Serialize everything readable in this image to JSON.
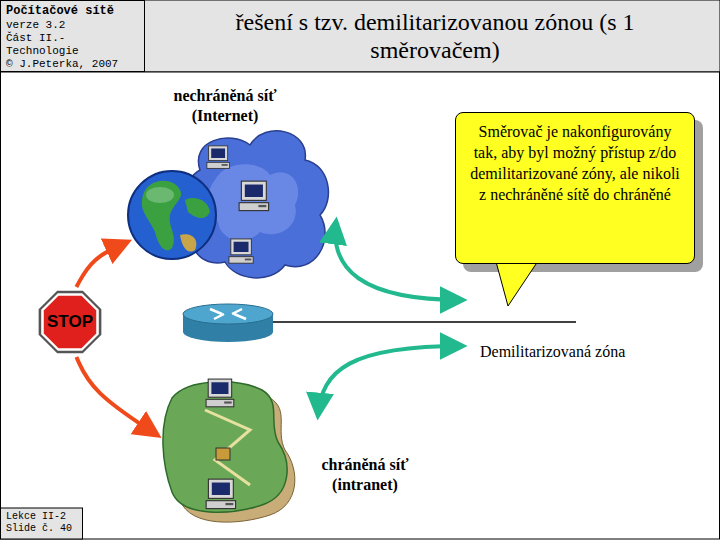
{
  "diagram": {
    "title": "řešení s tzv. demilitarizovanou zónou (s 1 směrovačem)",
    "nodes": [
      {
        "text": [
          "Počítačové sítě",
          "verze 3.2",
          "Část II.-Technologie",
          "© J.Peterka, 2007"
        ]
      },
      {
        "text": [
          "nechráněná síť (Internet)"
        ]
      },
      {
        "text": [
          "Směrovač je nakonfigurovány tak, aby byl možný přístup z/do demilitarizované zóny, ale nikoli z nechráněné sítě do chráněné"
        ]
      },
      {
        "text": [
          "STOP"
        ]
      },
      {
        "text": [
          "chráněná síť (intranet)"
        ]
      },
      {
        "text": [
          "Lekce II-2",
          "Slide č. 40"
        ]
      }
    ],
    "edges": [
      {
        "from": 3,
        "to": 1,
        "arrow": "to"
      },
      {
        "from": 3,
        "to": 4,
        "arrow": "to"
      }
    ],
    "labels": [
      "Demilitarizovaná zóna"
    ]
  }
}
